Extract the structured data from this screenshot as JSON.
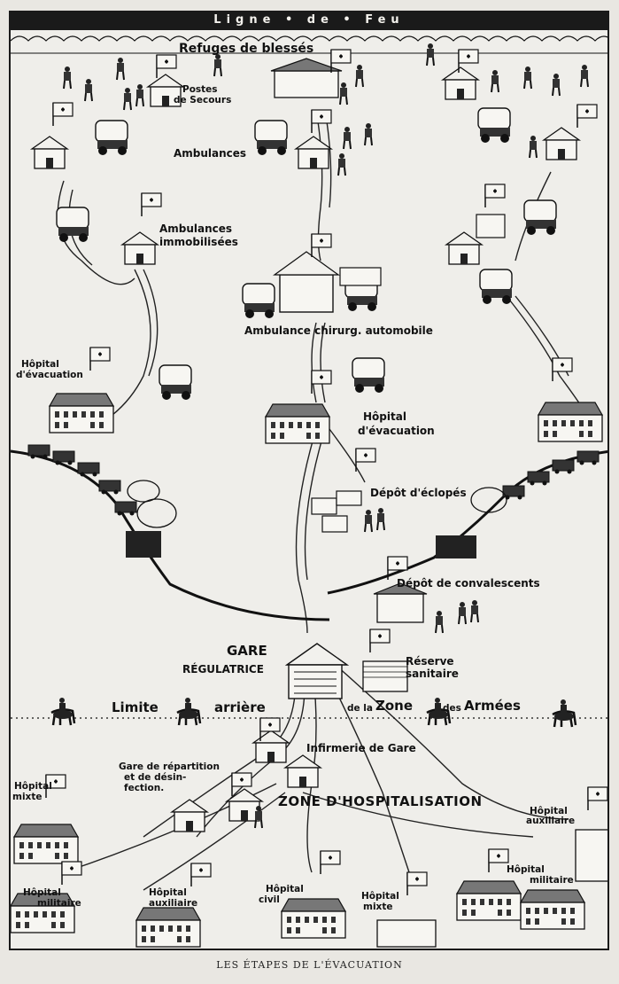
{
  "banner": {
    "title": "Ligne • de • Feu"
  },
  "labels": {
    "refuges": "Refuges de blessés",
    "postes_1": "Postes",
    "postes_2": "de Secours",
    "ambulances": "Ambulances",
    "amb_immob_1": "Ambulances",
    "amb_immob_2": "immobilisées",
    "amb_chir": "Ambulance chirurg. automobile",
    "hop_evac_left_1": "Hôpital",
    "hop_evac_left_2": "d'évacuation",
    "hop_evac_center_1": "Hôpital",
    "hop_evac_center_2": "d'évacuation",
    "depot_eclopes": "Dépôt d'éclopés",
    "depot_convalescents": "Dépôt de convalescents",
    "gare_1": "GARE",
    "gare_2": "RÉGULATRICE",
    "reserve_1": "Réserve",
    "reserve_2": "sanitaire",
    "limite_1": "Limite",
    "limite_2": "arrière",
    "de_la": "de la",
    "zone_word": "Zone",
    "des": "des",
    "armees": "Armées",
    "infirmerie": "Infirmerie de Gare",
    "gare_rep_1": "Gare de répartition",
    "gare_rep_2": "et de désin-",
    "gare_rep_3": "fection.",
    "zone_hosp": "ZONE D'HOSPITALISATION",
    "hop_mixte_left_1": "Hôpital",
    "hop_mixte_left_2": "mixte",
    "hop_aux_right_1": "Hôpital",
    "hop_aux_right_2": "auxiliaire",
    "hop_mil_left_1": "Hôpital",
    "hop_mil_left_2": "militaire",
    "hop_aux_center_1": "Hôpital",
    "hop_aux_center_2": "auxiliaire",
    "hop_civil_1": "Hôpital",
    "hop_civil_2": "civil",
    "hop_mixte_center_1": "Hôpital",
    "hop_mixte_center_2": "mixte",
    "hop_mil_right_1": "Hôpital",
    "hop_mil_right_2": "militaire"
  },
  "caption": "LES ÉTAPES DE L'ÉVACUATION",
  "colors": {
    "ink": "#111111",
    "paper": "#efeeea",
    "banner": "#1a1a1a"
  }
}
